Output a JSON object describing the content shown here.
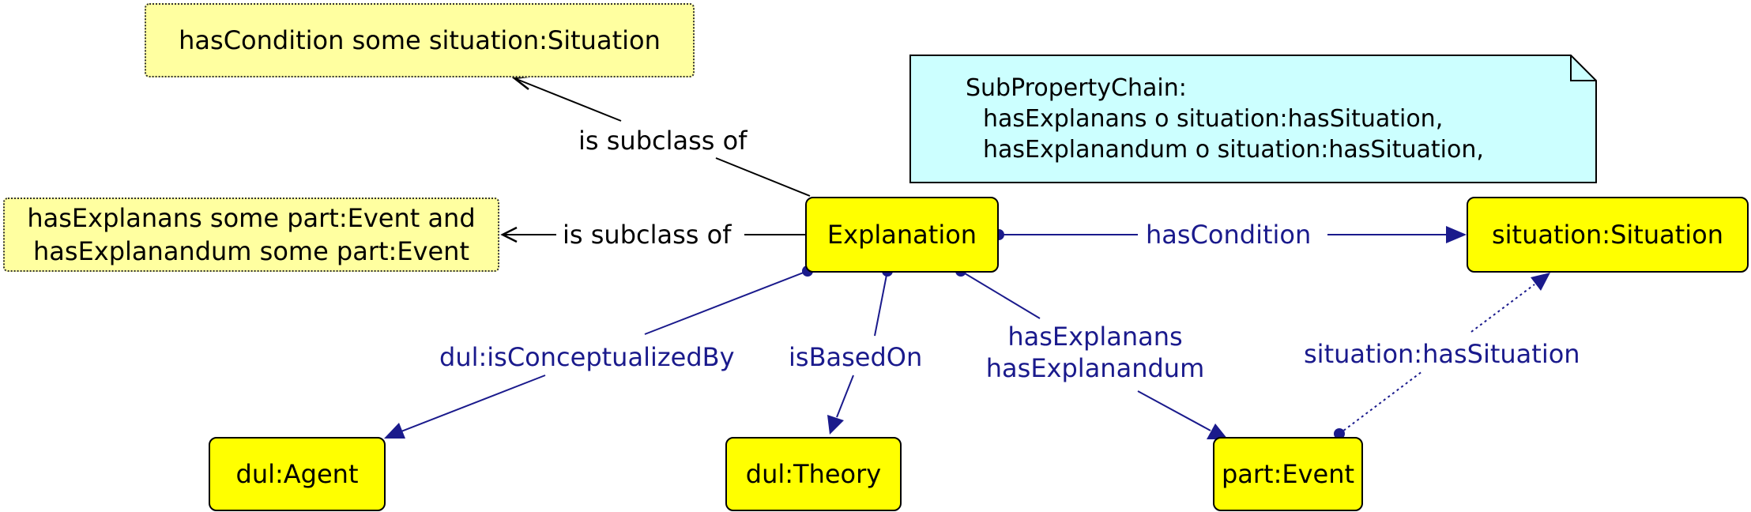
{
  "colors": {
    "class_fill": "#ffff00",
    "anonymous_fill": "#ffffa0",
    "note_fill": "#ccffff",
    "property_color": "#1a1a8c",
    "subclass_color": "#000000"
  },
  "nodes": {
    "explanation": "Explanation",
    "situation": "situation:Situation",
    "agent": "dul:Agent",
    "theory": "dul:Theory",
    "event": "part:Event"
  },
  "anonymous_classes": {
    "has_condition": "hasCondition some situation:Situation",
    "explanans_line1": "hasExplanans some part:Event and",
    "explanans_line2": "hasExplanandum some part:Event"
  },
  "edge_labels": {
    "subclass_top": "is subclass of",
    "subclass_left": "is subclass of",
    "has_condition": "hasCondition",
    "is_conceptualized_by": "dul:isConceptualizedBy",
    "is_based_on": "isBasedOn",
    "has_explanans": "hasExplanans",
    "has_explanandum": "hasExplanandum",
    "has_situation": "situation:hasSituation"
  },
  "note": {
    "line1": "SubPropertyChain:",
    "line2": "hasExplanans o situation:hasSituation,",
    "line3": "hasExplanandum o situation:hasSituation,"
  }
}
